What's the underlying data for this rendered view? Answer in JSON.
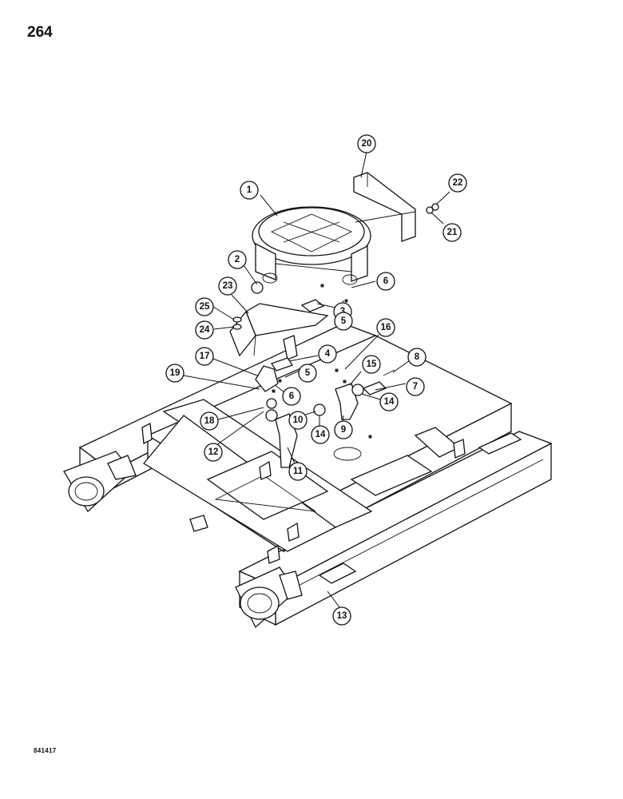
{
  "page": {
    "number": "264",
    "drawing_code": "841417"
  },
  "callouts": [
    "1",
    "2",
    "3",
    "4",
    "5",
    "5",
    "6",
    "6",
    "7",
    "8",
    "9",
    "10",
    "11",
    "12",
    "13",
    "14",
    "14",
    "15",
    "16",
    "17",
    "18",
    "19",
    "20",
    "21",
    "22",
    "23",
    "24",
    "25"
  ]
}
